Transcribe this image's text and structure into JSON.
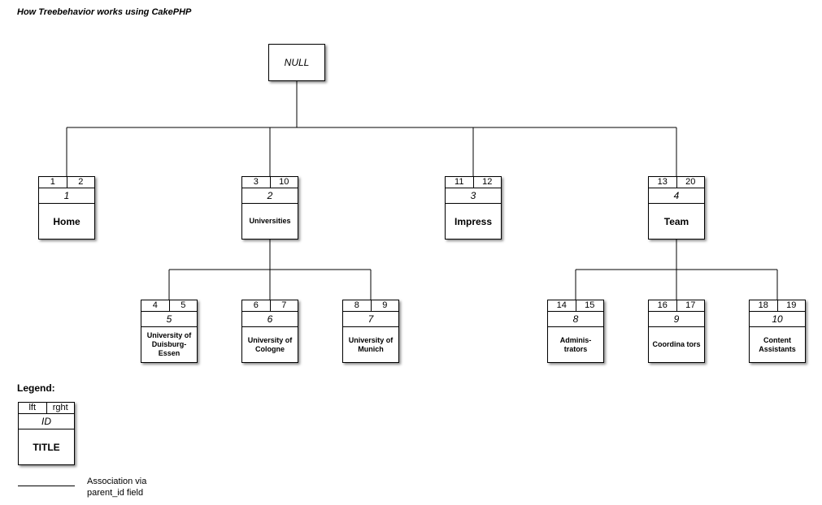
{
  "title": "How Treebehavior works using CakePHP",
  "root": {
    "label": "NULL"
  },
  "nodes": {
    "home": {
      "lft": "1",
      "rght": "2",
      "id": "1",
      "title": "Home"
    },
    "universities": {
      "lft": "3",
      "rght": "10",
      "id": "2",
      "title": "Universities"
    },
    "impress": {
      "lft": "11",
      "rght": "12",
      "id": "3",
      "title": "Impress"
    },
    "team": {
      "lft": "13",
      "rght": "20",
      "id": "4",
      "title": "Team"
    },
    "duisburg": {
      "lft": "4",
      "rght": "5",
      "id": "5",
      "title": "University of Duisburg-Essen"
    },
    "cologne": {
      "lft": "6",
      "rght": "7",
      "id": "6",
      "title": "University of Cologne"
    },
    "munich": {
      "lft": "8",
      "rght": "9",
      "id": "7",
      "title": "University of Munich"
    },
    "administrators": {
      "lft": "14",
      "rght": "15",
      "id": "8",
      "title": "Adminis-trators"
    },
    "coordinators": {
      "lft": "16",
      "rght": "17",
      "id": "9",
      "title": "Coordina tors"
    },
    "content": {
      "lft": "18",
      "rght": "19",
      "id": "10",
      "title": "Content Assistants"
    }
  },
  "legend": {
    "heading": "Legend:",
    "lft": "lft",
    "rght": "rght",
    "id": "ID",
    "title": "TITLE",
    "association_text": "Association via parent_id field"
  }
}
